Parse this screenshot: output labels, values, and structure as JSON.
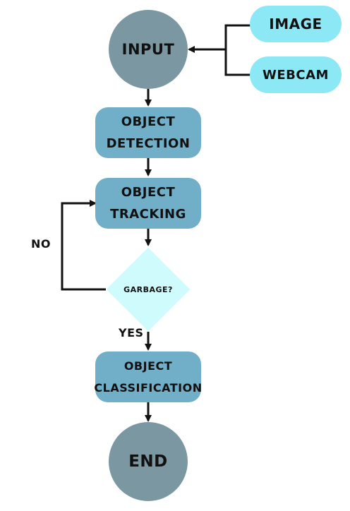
{
  "nodes": {
    "input": "INPUT",
    "image": "IMAGE",
    "webcam": "WEBCAM",
    "object_detection": [
      "OBJECT",
      "DETECTION"
    ],
    "object_tracking": [
      "OBJECT",
      "TRACKING"
    ],
    "decision": "GARBAGE?",
    "object_classification": [
      "OBJECT",
      "CLASSIFICATION"
    ],
    "end": "END"
  },
  "edge_labels": {
    "no": "NO",
    "yes": "YES"
  },
  "colors": {
    "terminal": "#7b97a1",
    "process": "#71aec8",
    "source": "#8de8f6",
    "decision": "#d0fbfd",
    "connector": "#111111"
  }
}
